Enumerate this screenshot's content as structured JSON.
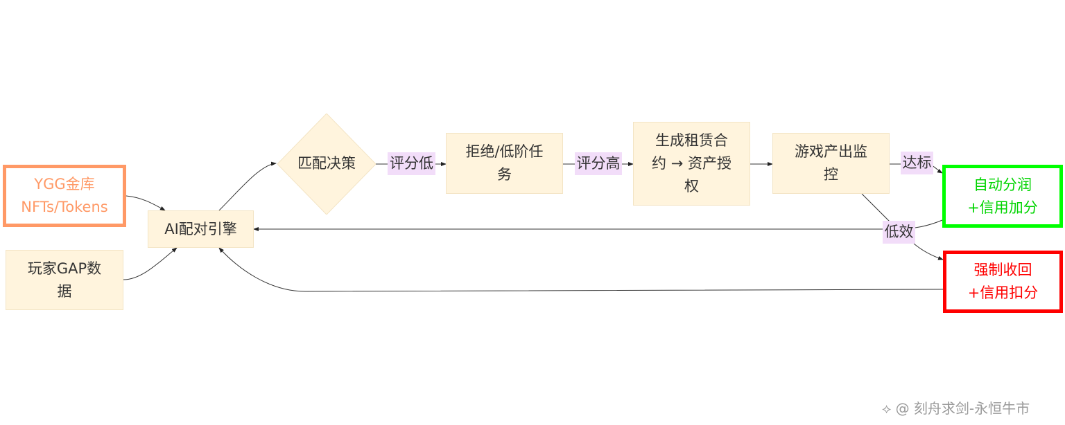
{
  "nodes": {
    "ygg": {
      "line1": "YGG金库",
      "line2": "NFTs/Tokens"
    },
    "player": {
      "line1": "玩家GAP数",
      "line2": "据"
    },
    "ai_engine": "AI配对引擎",
    "decision": "匹配决策",
    "reject": {
      "line1": "拒绝/低阶任",
      "line2": "务"
    },
    "contract": {
      "line1": "生成租赁合",
      "line2": "约 → 资产授",
      "line3": "权"
    },
    "monitor": {
      "line1": "游戏产出监",
      "line2": "控"
    },
    "reward": {
      "line1": "自动分润",
      "line2": "+信用加分"
    },
    "revoke": {
      "line1": "强制收回",
      "line2": "+信用扣分"
    }
  },
  "edge_labels": {
    "low_score": "评分低",
    "high_score": "评分高",
    "on_target": "达标",
    "inefficient": "低效"
  },
  "colors": {
    "ygg": "#FF9966",
    "reward": "#00FF00",
    "revoke": "#FF0000",
    "node_fill": "#FFF4DD",
    "label_fill": "#F2DDF9"
  },
  "watermark": "⟡ @ 刻舟求剑-永恒牛市"
}
